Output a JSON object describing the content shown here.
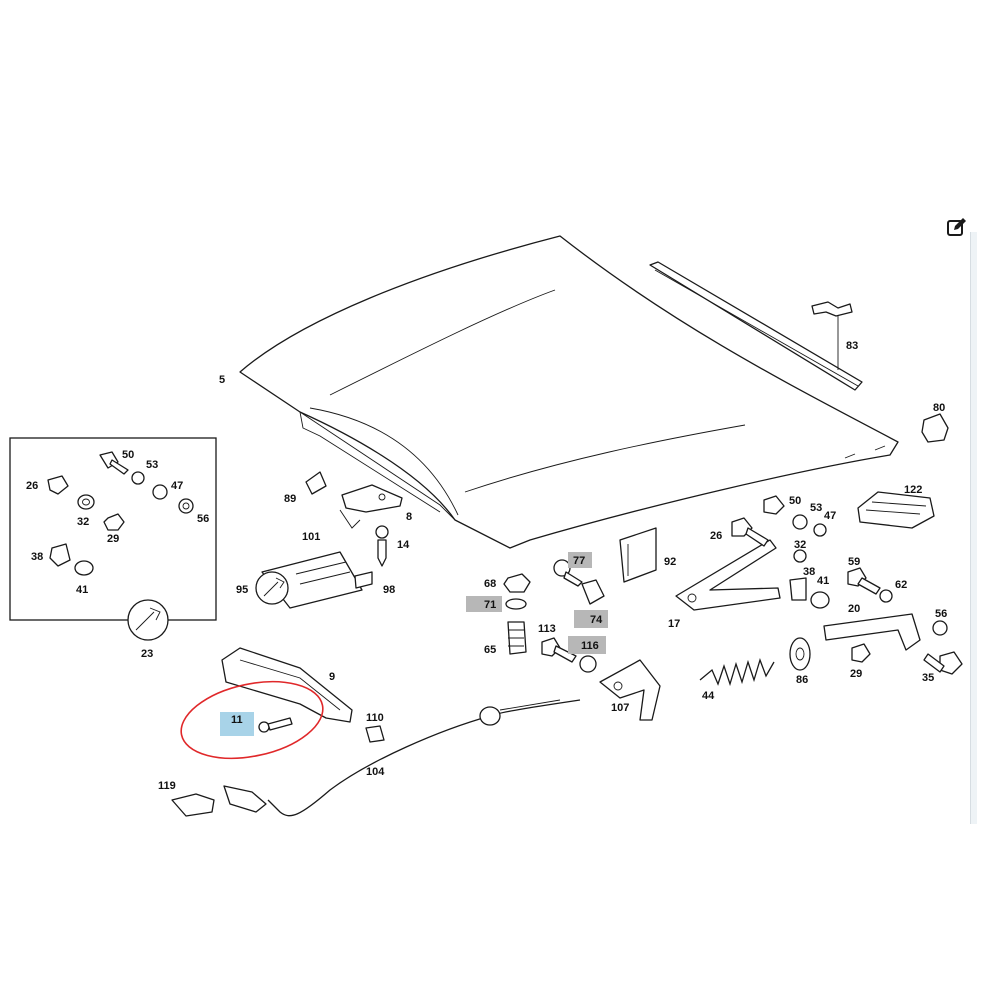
{
  "diagram": {
    "labels": {
      "p5": "5",
      "p83": "83",
      "p80": "80",
      "p122": "122",
      "p50a": "50",
      "p53a": "53",
      "p26a": "26",
      "p47a": "47",
      "p32a": "32",
      "p29a": "29",
      "p56a": "56",
      "p38a": "38",
      "p41a": "41",
      "p23": "23",
      "p89": "89",
      "p8": "8",
      "p101": "101",
      "p14": "14",
      "p95": "95",
      "p98": "98",
      "p9": "9",
      "p11": "11",
      "p110": "110",
      "p104": "104",
      "p119": "119",
      "p77": "77",
      "p68": "68",
      "p71": "71",
      "p74": "74",
      "p65": "65",
      "p113": "113",
      "p116": "116",
      "p107": "107",
      "p92": "92",
      "p17": "17",
      "p44": "44",
      "p86": "86",
      "p26b": "26",
      "p50b": "50",
      "p53b": "53",
      "p47b": "47",
      "p32b": "32",
      "p38b": "38",
      "p41b": "41",
      "p59": "59",
      "p62": "62",
      "p20": "20",
      "p56b": "56",
      "p29b": "29",
      "p35": "35"
    },
    "highlight_colors": {
      "reference_gray": "#b7b7b7",
      "selected_blue": "#a8d3e8",
      "callout_red": "#e0282a"
    }
  },
  "toolbar": {
    "edit_icon": "edit-icon"
  }
}
